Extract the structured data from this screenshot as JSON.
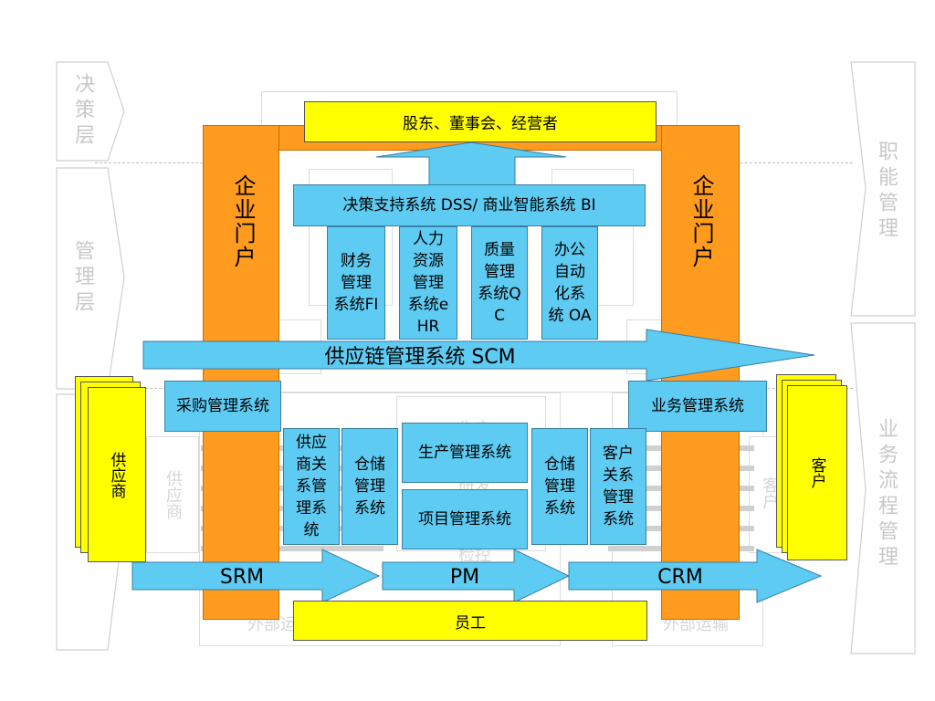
{
  "layers": {
    "decision": "决策层",
    "management": "管理层",
    "functional": "职能管理",
    "business_process": "业务流程管理"
  },
  "top": "股东、董事会、经营者",
  "portal": "企业门户",
  "dss": "决策支持系统 DSS/ 商业智能系统 BI",
  "mgmt_systems": [
    "财务管理系统FI",
    "人力资源管理系统eHR",
    "质量管理系统QC",
    "办公自动化系统 OA"
  ],
  "scm": "供应链管理系统 SCM",
  "procurement": "采购管理系统",
  "sales": "业务管理系统",
  "supplier": "供应商",
  "customer": "客户",
  "srm_system": "供应商关系管理系统",
  "warehouse": "仓储管理系统",
  "production": "生产管理系统",
  "project": "项目管理系统",
  "crm_system": "客户关系管理系统",
  "flows": [
    "SRM",
    "PM",
    "CRM"
  ],
  "employee": "员工",
  "background": {
    "supplier": "供应商",
    "production": "生产",
    "rd": "研发",
    "inspection": "检控",
    "external_left": "外部运",
    "external_right": "外部运输",
    "customer_partial": "客户"
  },
  "colors": {
    "blue": "#5ecbf2",
    "orange": "#ff9b1e",
    "yellow": "#ffff00"
  }
}
